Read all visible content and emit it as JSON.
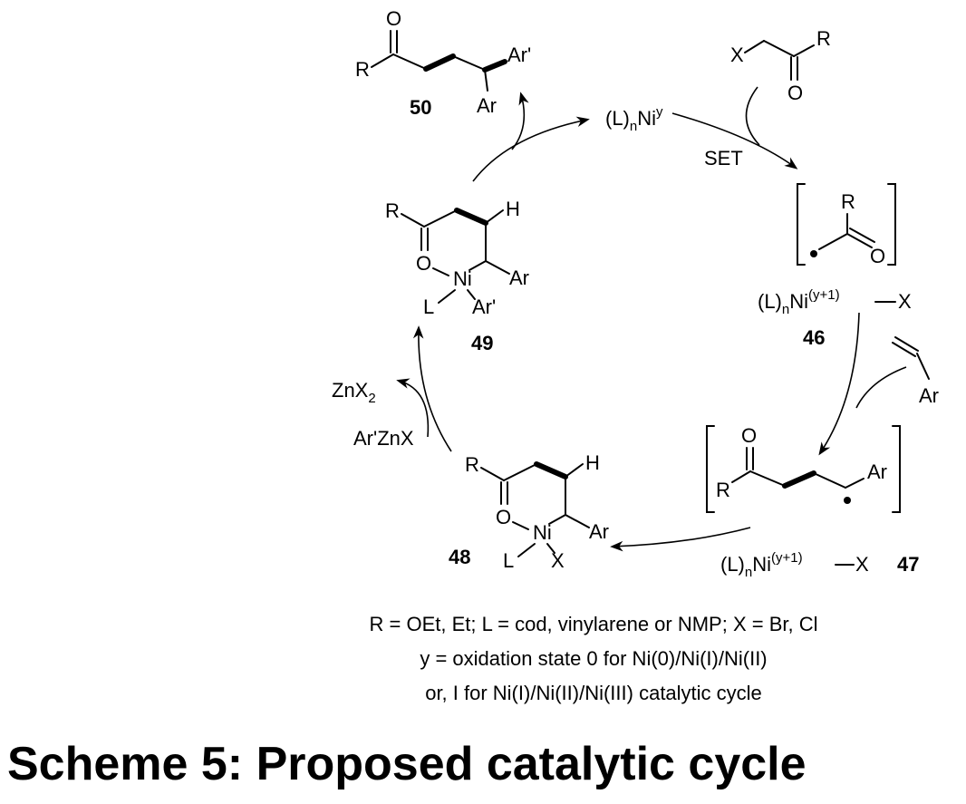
{
  "caption": {
    "line1": "R = OEt, Et; L = cod, vinylarene or NMP; X = Br, Cl",
    "line2": "y = oxidation state 0 for Ni(0)/Ni(I)/Ni(II)",
    "line3": "or, I for Ni(I)/Ni(II)/Ni(III) catalytic cycle"
  },
  "title": "Scheme 5: Proposed catalytic cycle",
  "labels": {
    "set": "SET",
    "compound_50": "50",
    "compound_46": "46",
    "compound_47": "47",
    "compound_48": "48",
    "compound_49": "49",
    "znx2": "ZnX",
    "znx2_sub": "2",
    "arznx": "Ar'ZnX",
    "catalyst": "(L)",
    "catalyst_sub": "n",
    "catalyst_ni": "Ni",
    "catalyst_sup": "y",
    "ni_sup_y1": "(y+1)",
    "ni_x": "X"
  }
}
